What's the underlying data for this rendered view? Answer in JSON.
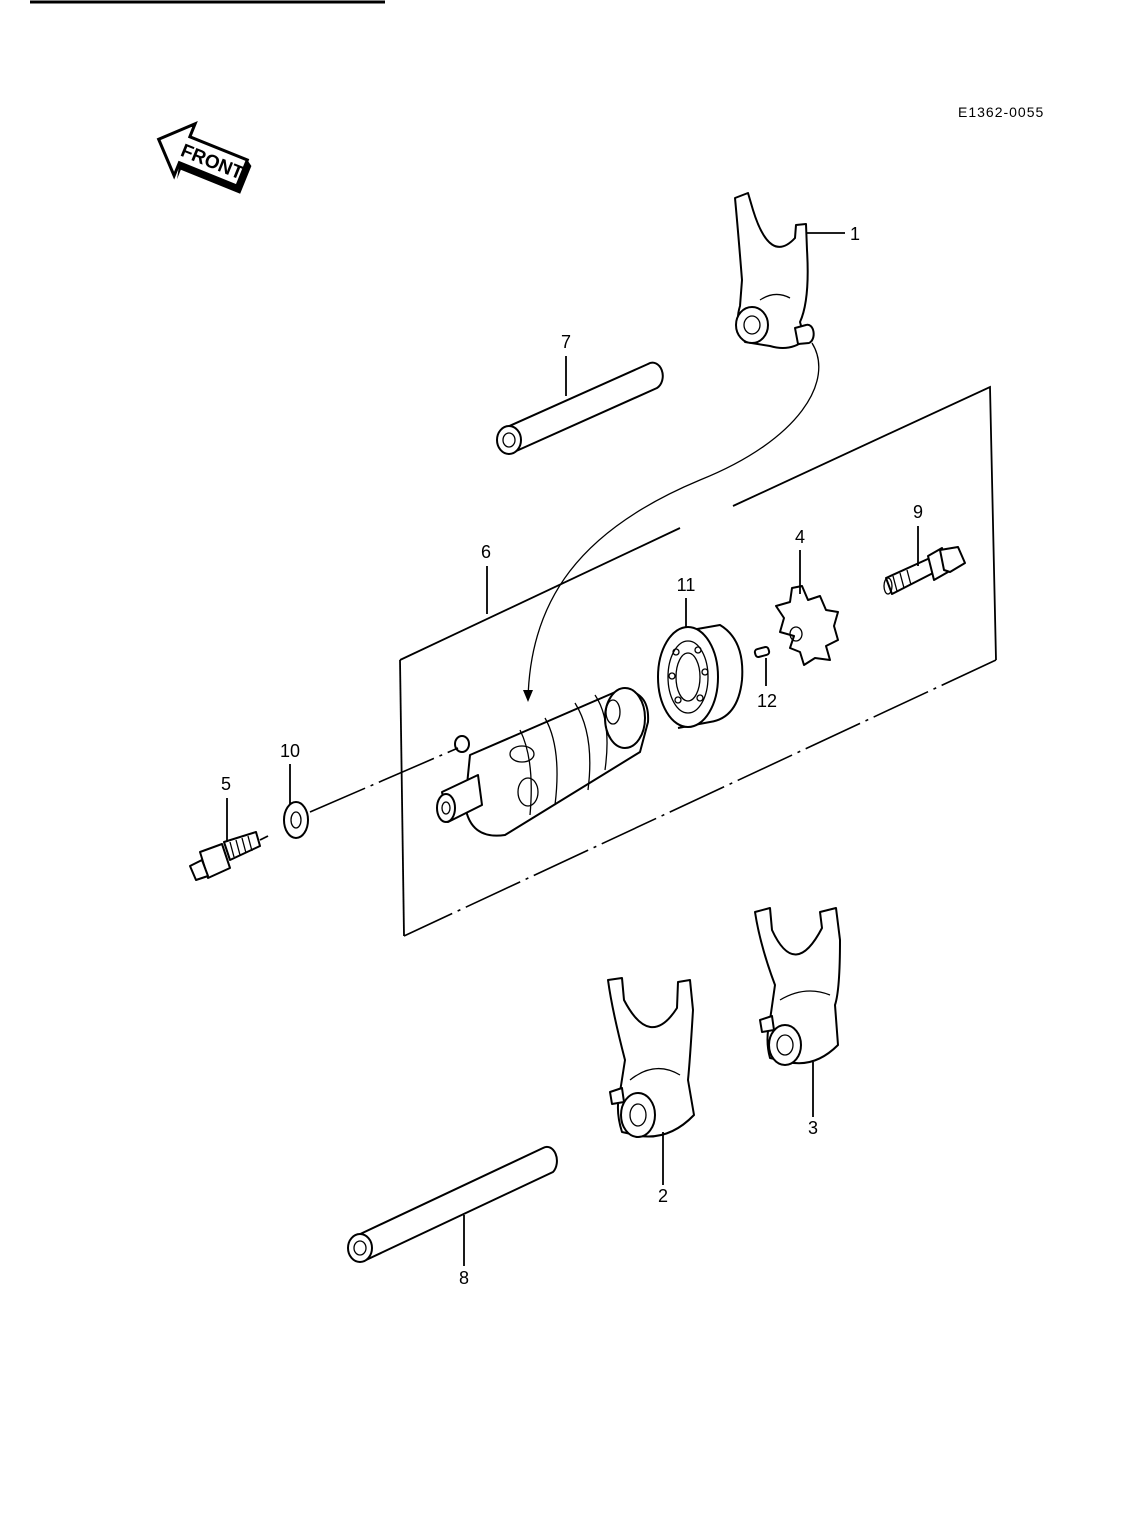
{
  "diagram_code": "E1362-0055",
  "front_label": "FRONT",
  "callouts": {
    "c1": "1",
    "c2": "2",
    "c3": "3",
    "c4": "4",
    "c5": "5",
    "c6": "6",
    "c7": "7",
    "c8": "8",
    "c9": "9",
    "c10": "10",
    "c11": "11",
    "c12": "12"
  }
}
